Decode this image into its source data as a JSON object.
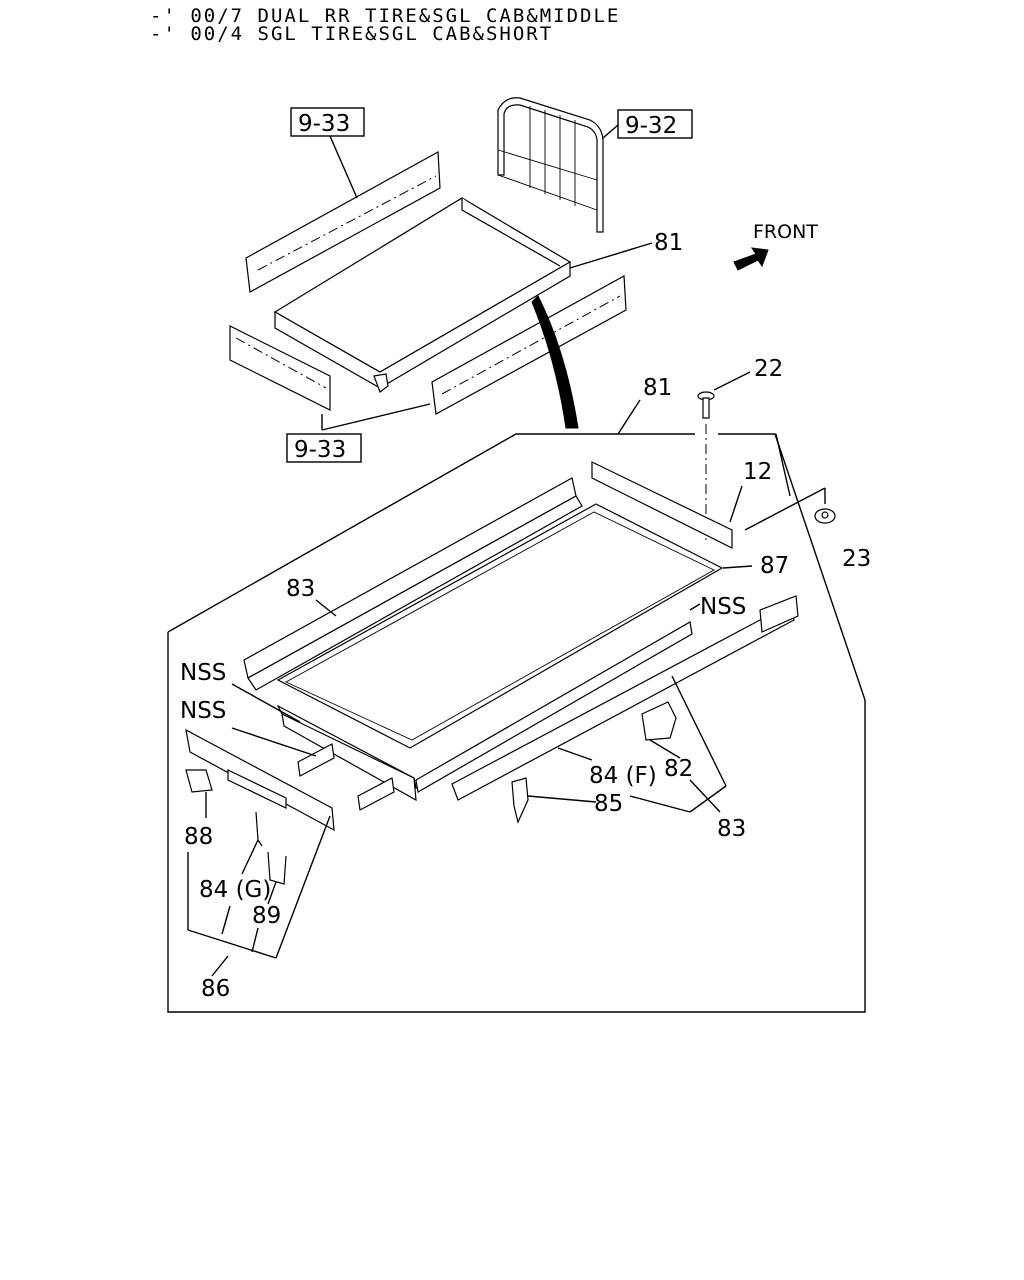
{
  "header": {
    "line1": "-' 00/7 DUAL RR TIRE&SGL CAB&MIDDLE",
    "line2": "-' 00/4 SGL TIRE&SGL CAB&SHORT"
  },
  "orientation": {
    "label": "FRONT"
  },
  "callouts": {
    "ref_9_33_top": "9-33",
    "ref_9_32": "9-32",
    "ref_9_33_bottom": "9-33",
    "p81_top": "81",
    "p81": "81",
    "p22": "22",
    "p12": "12",
    "p23": "23",
    "p87": "87",
    "p83_top": "83",
    "nss_right": "NSS",
    "nss_upper_left": "NSS",
    "nss_lower_left": "NSS",
    "p84f": "84 (F)",
    "p82": "82",
    "p85": "85",
    "p83_bottom": "83",
    "p88": "88",
    "p84g": "84 (G)",
    "p89": "89",
    "p86": "86"
  }
}
